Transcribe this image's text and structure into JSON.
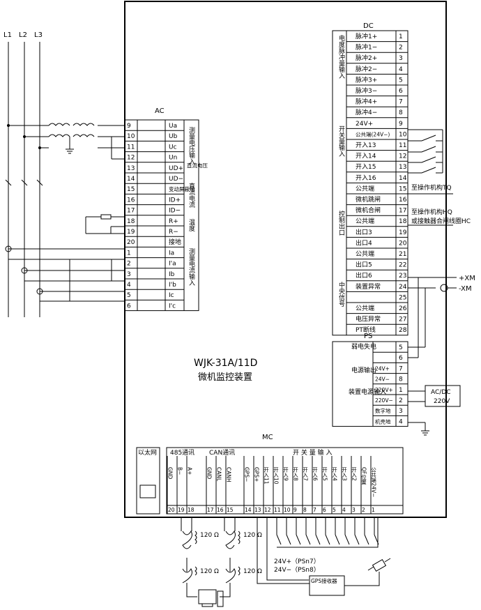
{
  "phases": [
    "L1",
    "L2",
    "L3"
  ],
  "device": {
    "model": "WJK-31A/11D",
    "name": "微机监控装置"
  },
  "ac": {
    "title": "AC",
    "rows": [
      {
        "num": "9",
        "label": "Ua"
      },
      {
        "num": "10",
        "label": "Ub"
      },
      {
        "num": "11",
        "label": "Uc"
      },
      {
        "num": "12",
        "label": "Un"
      },
      {
        "num": "13",
        "label": "UD+"
      },
      {
        "num": "14",
        "label": "UD−"
      },
      {
        "num": "15",
        "label": "变动屏蔽地"
      },
      {
        "num": "16",
        "label": "ID+"
      },
      {
        "num": "17",
        "label": "ID−"
      },
      {
        "num": "18",
        "label": "R+"
      },
      {
        "num": "19",
        "label": "R−"
      },
      {
        "num": "20",
        "label": "接地"
      },
      {
        "num": "1",
        "label": "Ia"
      },
      {
        "num": "2",
        "label": "I'a"
      },
      {
        "num": "3",
        "label": "Ib"
      },
      {
        "num": "4",
        "label": "I'b"
      },
      {
        "num": "5",
        "label": "Ic"
      },
      {
        "num": "6",
        "label": "I'c"
      }
    ],
    "groups": [
      "测量电压输入",
      "直流电压",
      "直流电流",
      "温度",
      "测量电流输入"
    ]
  },
  "dc": {
    "title": "DC",
    "rows": [
      {
        "num": "1",
        "label": "脉冲1+"
      },
      {
        "num": "2",
        "label": "脉冲1−"
      },
      {
        "num": "3",
        "label": "脉冲2+"
      },
      {
        "num": "4",
        "label": "脉冲2−"
      },
      {
        "num": "5",
        "label": "脉冲3+"
      },
      {
        "num": "6",
        "label": "脉冲3−"
      },
      {
        "num": "7",
        "label": "脉冲4+"
      },
      {
        "num": "8",
        "label": "脉冲4−"
      },
      {
        "num": "9",
        "label": "24V+"
      },
      {
        "num": "10",
        "label": "公共端(24V−)"
      },
      {
        "num": "11",
        "label": "开入13"
      },
      {
        "num": "12",
        "label": "开入14"
      },
      {
        "num": "13",
        "label": "开入15"
      },
      {
        "num": "14",
        "label": "开入16"
      },
      {
        "num": "15",
        "label": "公共端"
      },
      {
        "num": "16",
        "label": "微机跳闸"
      },
      {
        "num": "17",
        "label": "微机合闸"
      },
      {
        "num": "18",
        "label": "公共端"
      },
      {
        "num": "19",
        "label": "出口3"
      },
      {
        "num": "20",
        "label": "出口4"
      },
      {
        "num": "21",
        "label": "公共端"
      },
      {
        "num": "22",
        "label": "出口5"
      },
      {
        "num": "23",
        "label": "出口6"
      },
      {
        "num": "24",
        "label": "装置异常"
      },
      {
        "num": "25",
        "label": ""
      },
      {
        "num": "26",
        "label": "公共端"
      },
      {
        "num": "27",
        "label": "电压异常"
      },
      {
        "num": "28",
        "label": "PT断线"
      }
    ],
    "groups": [
      "电度脉冲量输入",
      "开关量输入",
      "控制出口",
      "中央信号"
    ],
    "notes": [
      "至操作机构TQ",
      "至操作机构HQ",
      "或接触器合闸线圈HC",
      "+XM",
      "-XM"
    ]
  },
  "ps": {
    "title": "PS",
    "rows": [
      {
        "num": "5",
        "label": ""
      },
      {
        "num": "6",
        "label": ""
      },
      {
        "num": "7",
        "label": "24V+"
      },
      {
        "num": "8",
        "label": "24V−"
      },
      {
        "num": "1",
        "label": "220V+"
      },
      {
        "num": "2",
        "label": "220V−"
      },
      {
        "num": "3",
        "label": "数字地"
      },
      {
        "num": "4",
        "label": "机壳地"
      }
    ],
    "groups": [
      "弱电失电",
      "电源输出",
      "装置电源输入"
    ],
    "acdc": [
      "AC/DC",
      "220V"
    ]
  },
  "mc": {
    "title": "MC",
    "headers": [
      "以太网",
      "485通讯",
      "CAN通讯",
      "开 关 量 输 入"
    ],
    "cols": [
      {
        "num": "20",
        "label": "GND"
      },
      {
        "num": "19",
        "label": "B−"
      },
      {
        "num": "18",
        "label": "A+"
      },
      {
        "num": "17",
        "label": "GND"
      },
      {
        "num": "16",
        "label": "CANL"
      },
      {
        "num": "15",
        "label": "CANH"
      },
      {
        "num": "14",
        "label": "GPS−"
      },
      {
        "num": "13",
        "label": "GPS+"
      },
      {
        "num": "12",
        "label": "开入11"
      },
      {
        "num": "11",
        "label": "开入10"
      },
      {
        "num": "10",
        "label": "开入9"
      },
      {
        "num": "9",
        "label": "开入8"
      },
      {
        "num": "8",
        "label": "开入7"
      },
      {
        "num": "7",
        "label": "开入6"
      },
      {
        "num": "6",
        "label": "开入5"
      },
      {
        "num": "5",
        "label": "开入4"
      },
      {
        "num": "4",
        "label": "开入3"
      },
      {
        "num": "3",
        "label": "开入2"
      },
      {
        "num": "2",
        "label": "QF位置"
      },
      {
        "num": "1",
        "label": "公共端24V−"
      }
    ]
  },
  "bottom": {
    "res1": "120 Ω",
    "res2": "120 Ω",
    "res3": "120 Ω",
    "res4": "120 Ω",
    "v1": "24V+（PSn7）",
    "v2": "24V−（PSn8）",
    "gps": "GPS接收器"
  }
}
